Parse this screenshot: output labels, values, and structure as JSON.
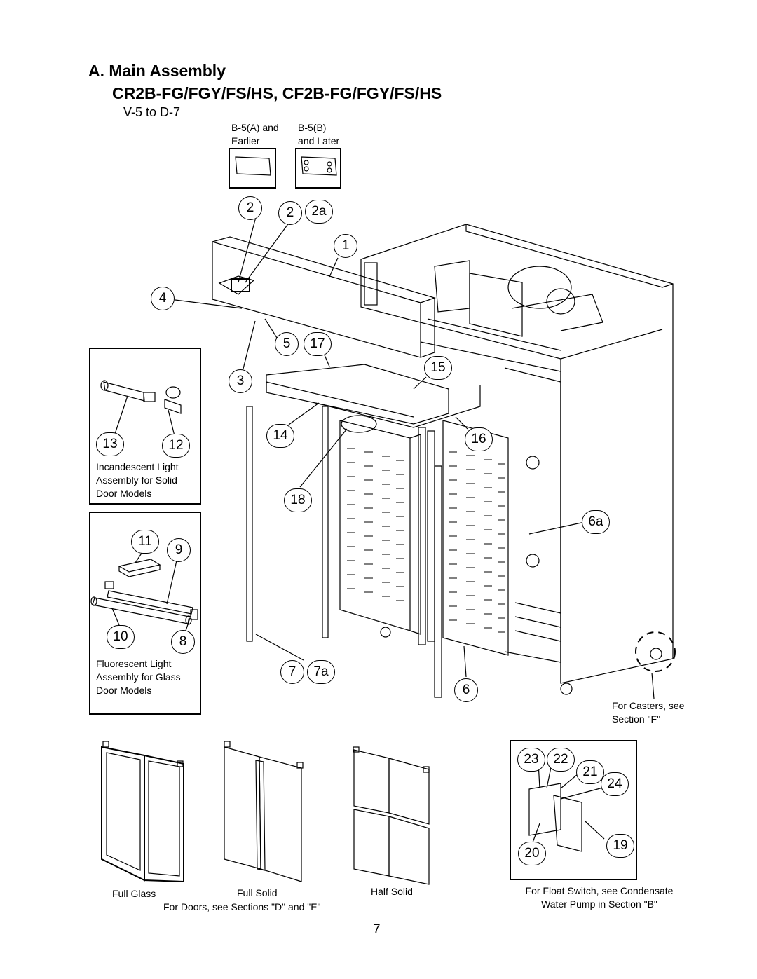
{
  "header": {
    "section_title": "A. Main Assembly",
    "models": "CR2B-FG/FGY/FS/HS, CF2B-FG/FGY/FS/HS",
    "serial_range": "V-5 to D-7"
  },
  "controller_variants": [
    {
      "label_line1": "B-5(A) and",
      "label_line2": "Earlier"
    },
    {
      "label_line1": "B-5(B)",
      "label_line2": "and Later"
    }
  ],
  "callouts": {
    "c1": "1",
    "c2": "2",
    "c2b": "2",
    "c2a": "2a",
    "c3": "3",
    "c4": "4",
    "c5": "5",
    "c6": "6",
    "c6a": "6a",
    "c7": "7",
    "c7a": "7a",
    "c8": "8",
    "c9": "9",
    "c10": "10",
    "c11": "11",
    "c12": "12",
    "c13": "13",
    "c14": "14",
    "c15": "15",
    "c16": "16",
    "c17": "17",
    "c18": "18",
    "c19": "19",
    "c20": "20",
    "c21": "21",
    "c22": "22",
    "c23": "23",
    "c24": "24"
  },
  "incandescent_box": {
    "line1": "Incandescent Light",
    "line2": "Assembly for Solid",
    "line3": "Door  Models"
  },
  "fluorescent_box": {
    "line1": "Fluorescent Light",
    "line2": "Assembly for Glass",
    "line3": "Door Models"
  },
  "casters_note": {
    "line1": "For Casters, see",
    "line2": "Section \"F\""
  },
  "doors": {
    "full_glass": "Full Glass",
    "full_solid": "Full Solid",
    "half_solid": "Half Solid",
    "note": "For Doors, see Sections \"D\" and \"E\""
  },
  "float_switch_note": {
    "line1": "For Float Switch, see Condensate",
    "line2": "Water Pump in Section \"B\""
  },
  "page_number": "7"
}
